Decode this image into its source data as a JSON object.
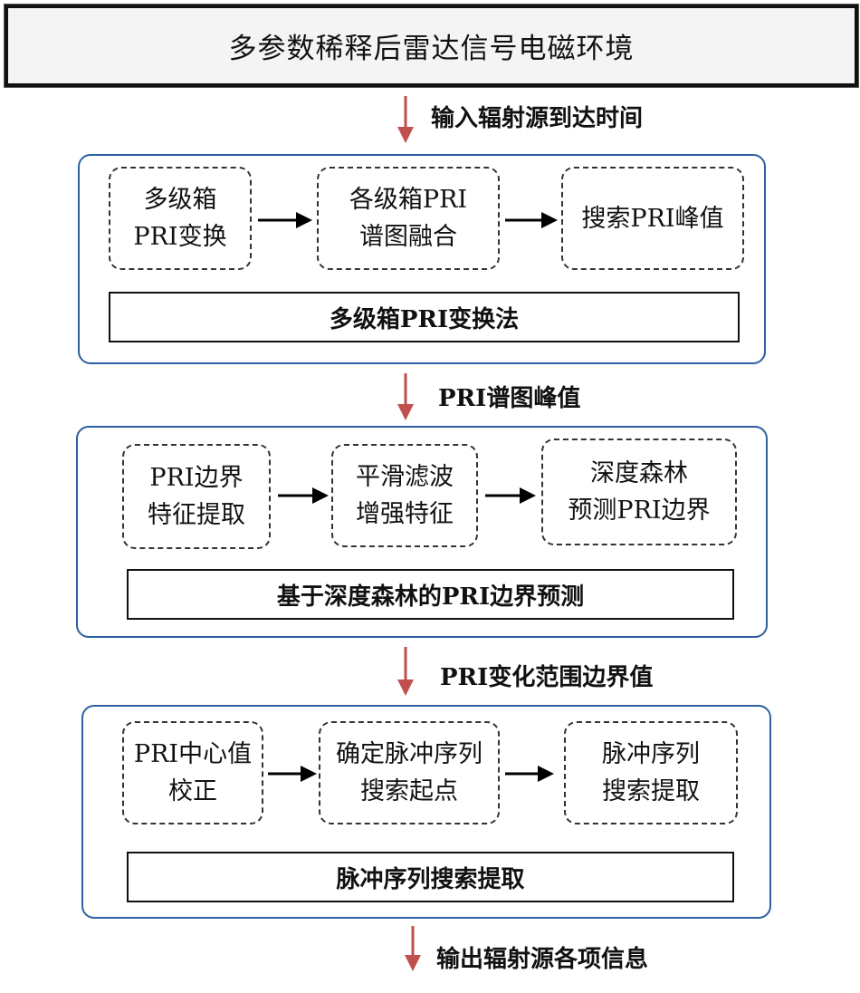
{
  "title": "多参数稀释后雷达信号电磁环境",
  "flow": [
    {
      "label": "输入辐射源到达时间"
    },
    {
      "label": "PRI谱图峰值"
    },
    {
      "label": "PRI变化范围边界值"
    },
    {
      "label": "输出辐射源各项信息"
    }
  ],
  "stages": [
    {
      "steps": [
        "多级箱\nPRI变换",
        "各级箱PRI\n谱图融合",
        "搜索PRI峰值"
      ],
      "method": "多级箱PRI变换法"
    },
    {
      "steps": [
        "PRI边界\n特征提取",
        "平滑滤波\n增强特征",
        "深度森林\n预测PRI边界"
      ],
      "method": "基于深度森林的PRI边界预测"
    },
    {
      "steps": [
        "PRI中心值\n校正",
        "确定脉冲序列\n搜索起点",
        "脉冲序列\n搜索提取"
      ],
      "method": "脉冲序列搜索提取"
    }
  ],
  "colors": {
    "flow_arrow": "#c0504d",
    "panel_border": "#2e5fa0",
    "step_arrow": "#000000"
  }
}
